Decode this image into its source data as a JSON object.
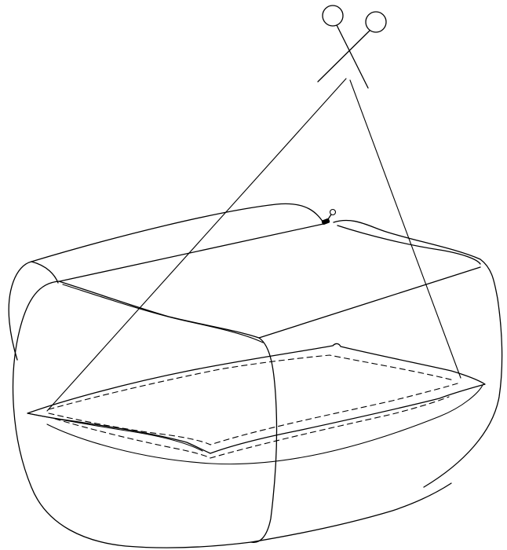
{
  "figure": {
    "kind": "line-illustration",
    "ink_color": "#000000",
    "background_color": "#ffffff"
  },
  "elements": {
    "scissors": "scissors-icon",
    "pillow": "pillow-body",
    "zipper": "zipper-pull-icon",
    "cut_lines": "cut-guide-lines",
    "seam": "dashed-seam"
  }
}
